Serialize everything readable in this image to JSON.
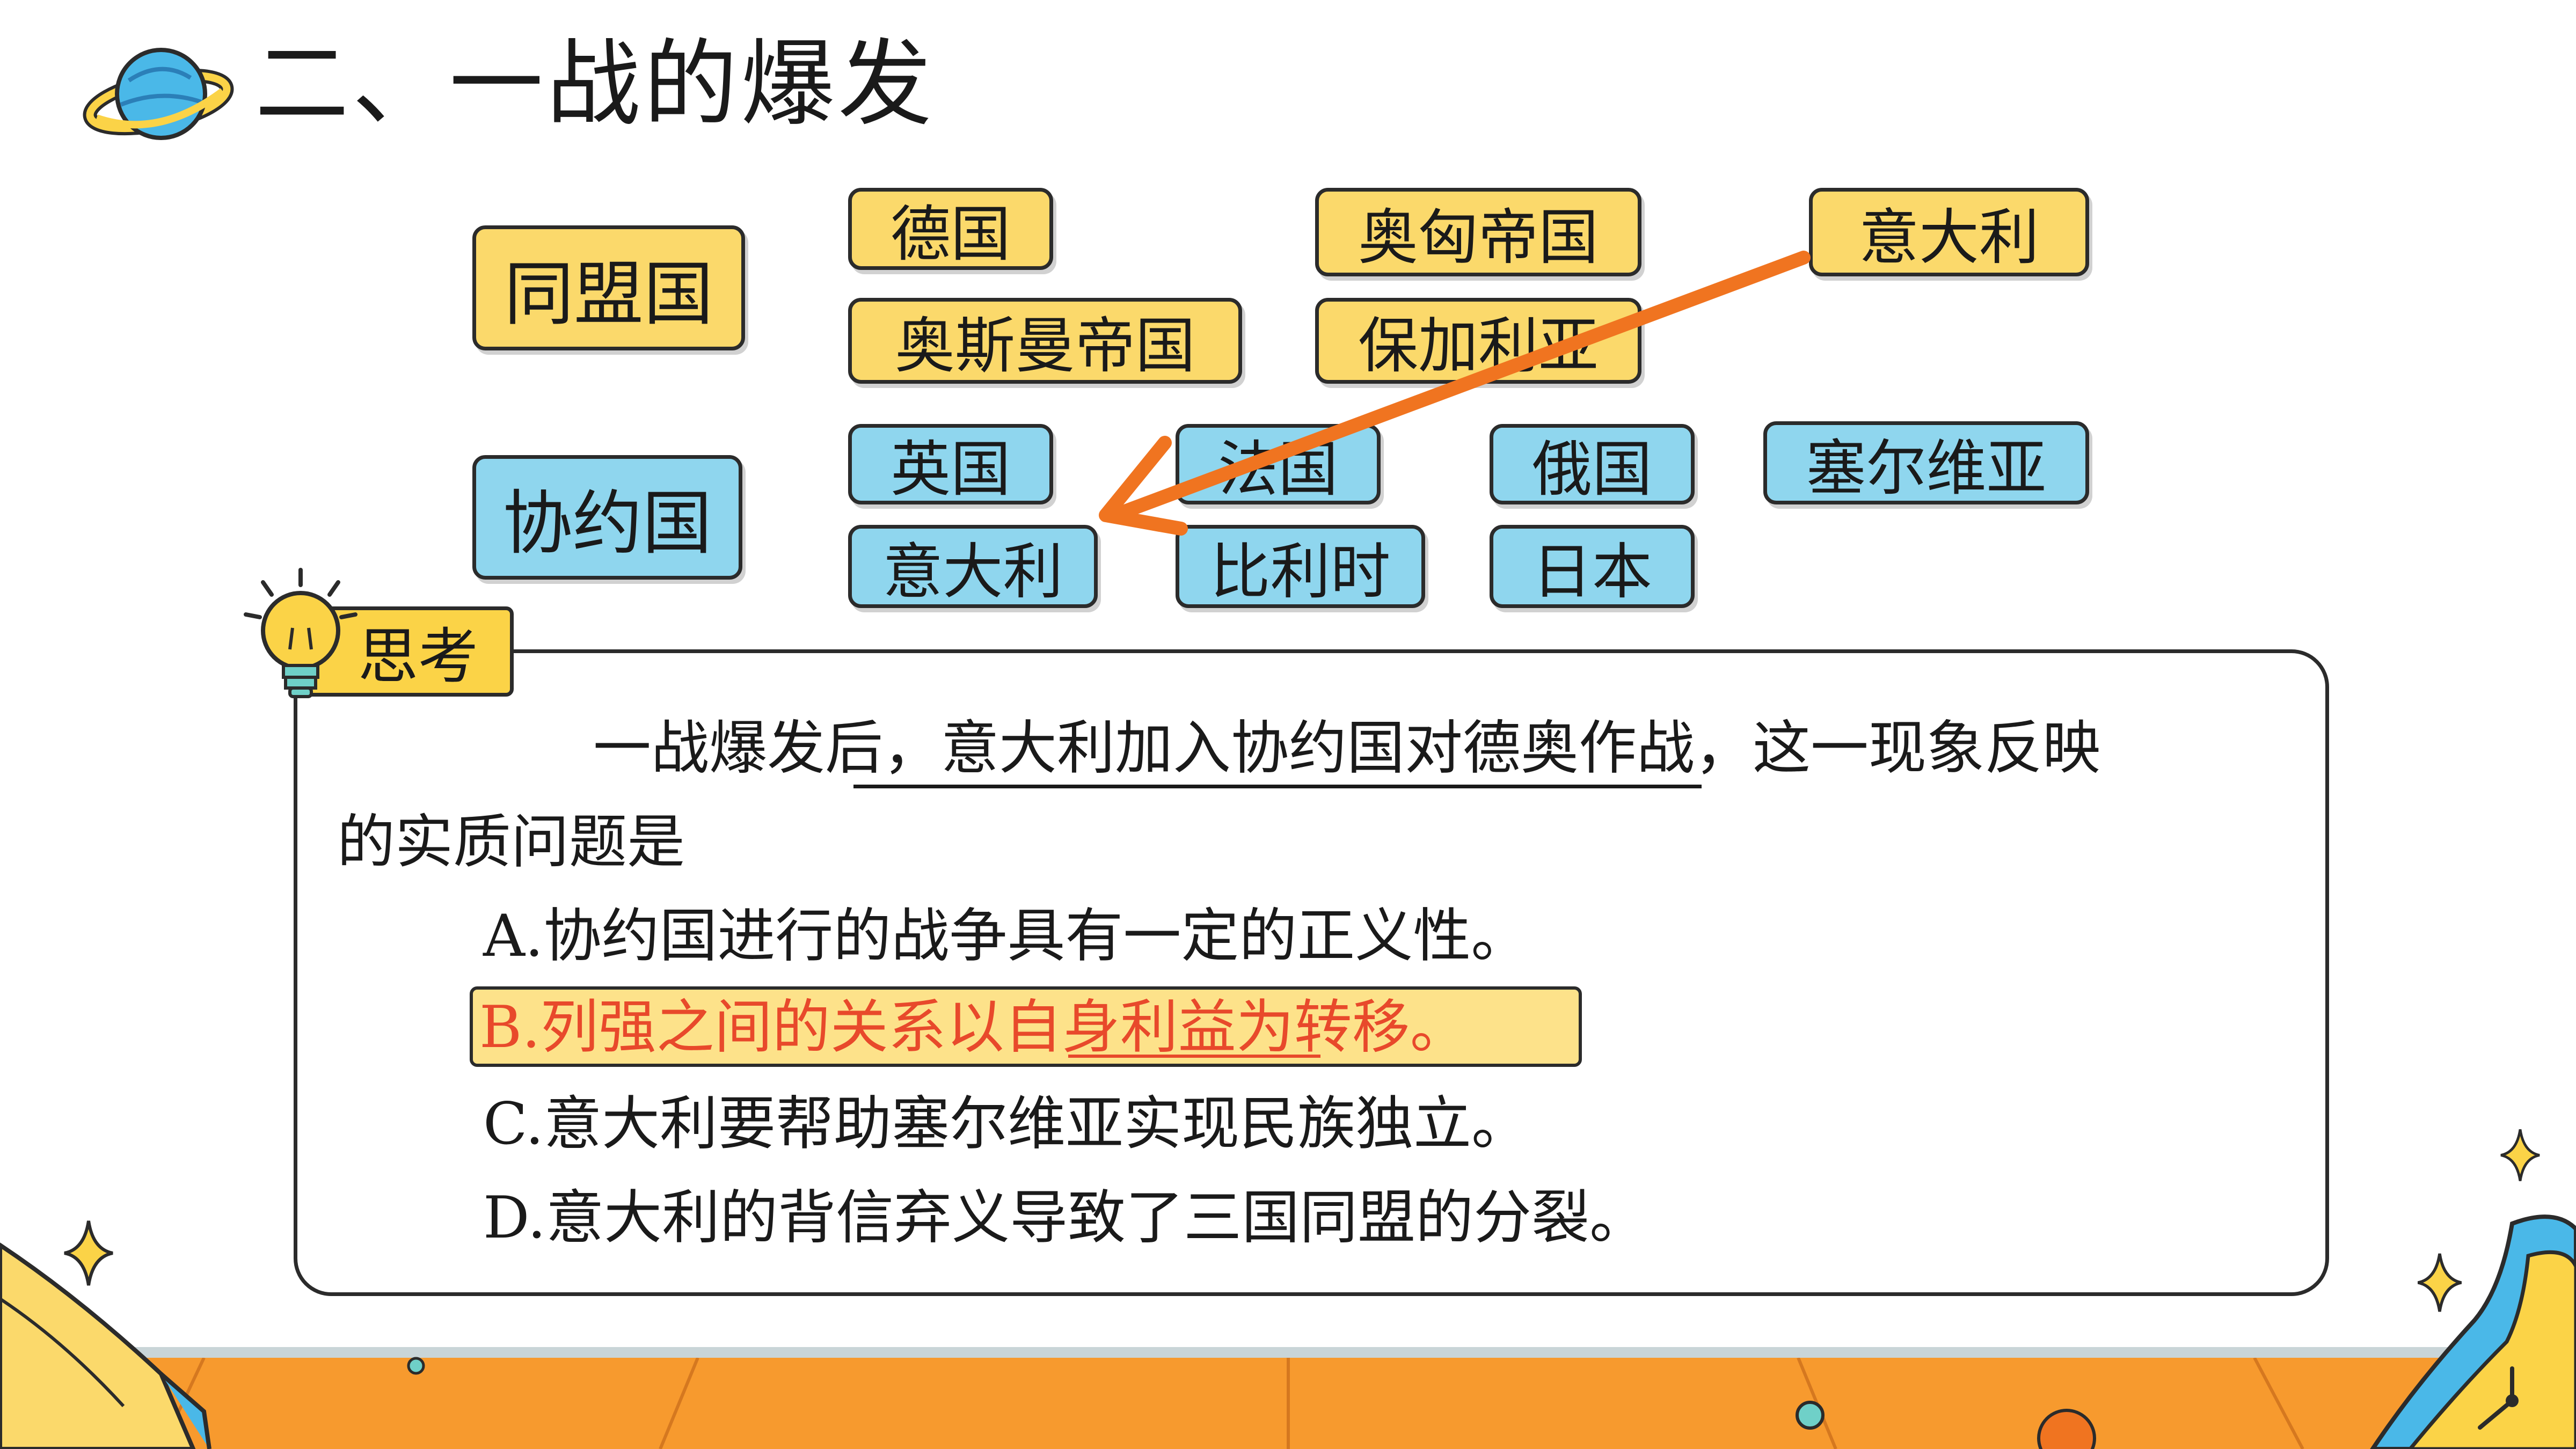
{
  "title": "二、一战的爆发",
  "alliances": {
    "central": {
      "label": "同盟国",
      "members": [
        "德国",
        "奥匈帝国",
        "意大利",
        "奥斯曼帝国",
        "保加利亚"
      ]
    },
    "entente": {
      "label": "协约国",
      "members": [
        "英国",
        "法国",
        "俄国",
        "塞尔维亚",
        "意大利",
        "比利时",
        "日本"
      ]
    }
  },
  "think": {
    "tag": "思考",
    "question_line1": "一战爆发后，意大利加入协约国对德奥作战，这一现象反映",
    "question_line2": "的实质问题是",
    "options": {
      "a": "A.协约国进行的战争具有一定的正义性。",
      "b": "B.列强之间的关系以自身利益为转移。",
      "c": "C.意大利要帮助塞尔维亚实现民族独立。",
      "d": "D.意大利的背信弃义导致了三国同盟的分裂。"
    }
  },
  "colors": {
    "central_box": "#fbd96b",
    "entente_box": "#8fd6ee",
    "arrow": "#f07420",
    "answer_text": "#e8492b",
    "floor": "#f79a2e"
  },
  "icons": [
    "planet-icon",
    "lightbulb-icon",
    "sparkle-icon",
    "book-icon",
    "clock-icon"
  ]
}
